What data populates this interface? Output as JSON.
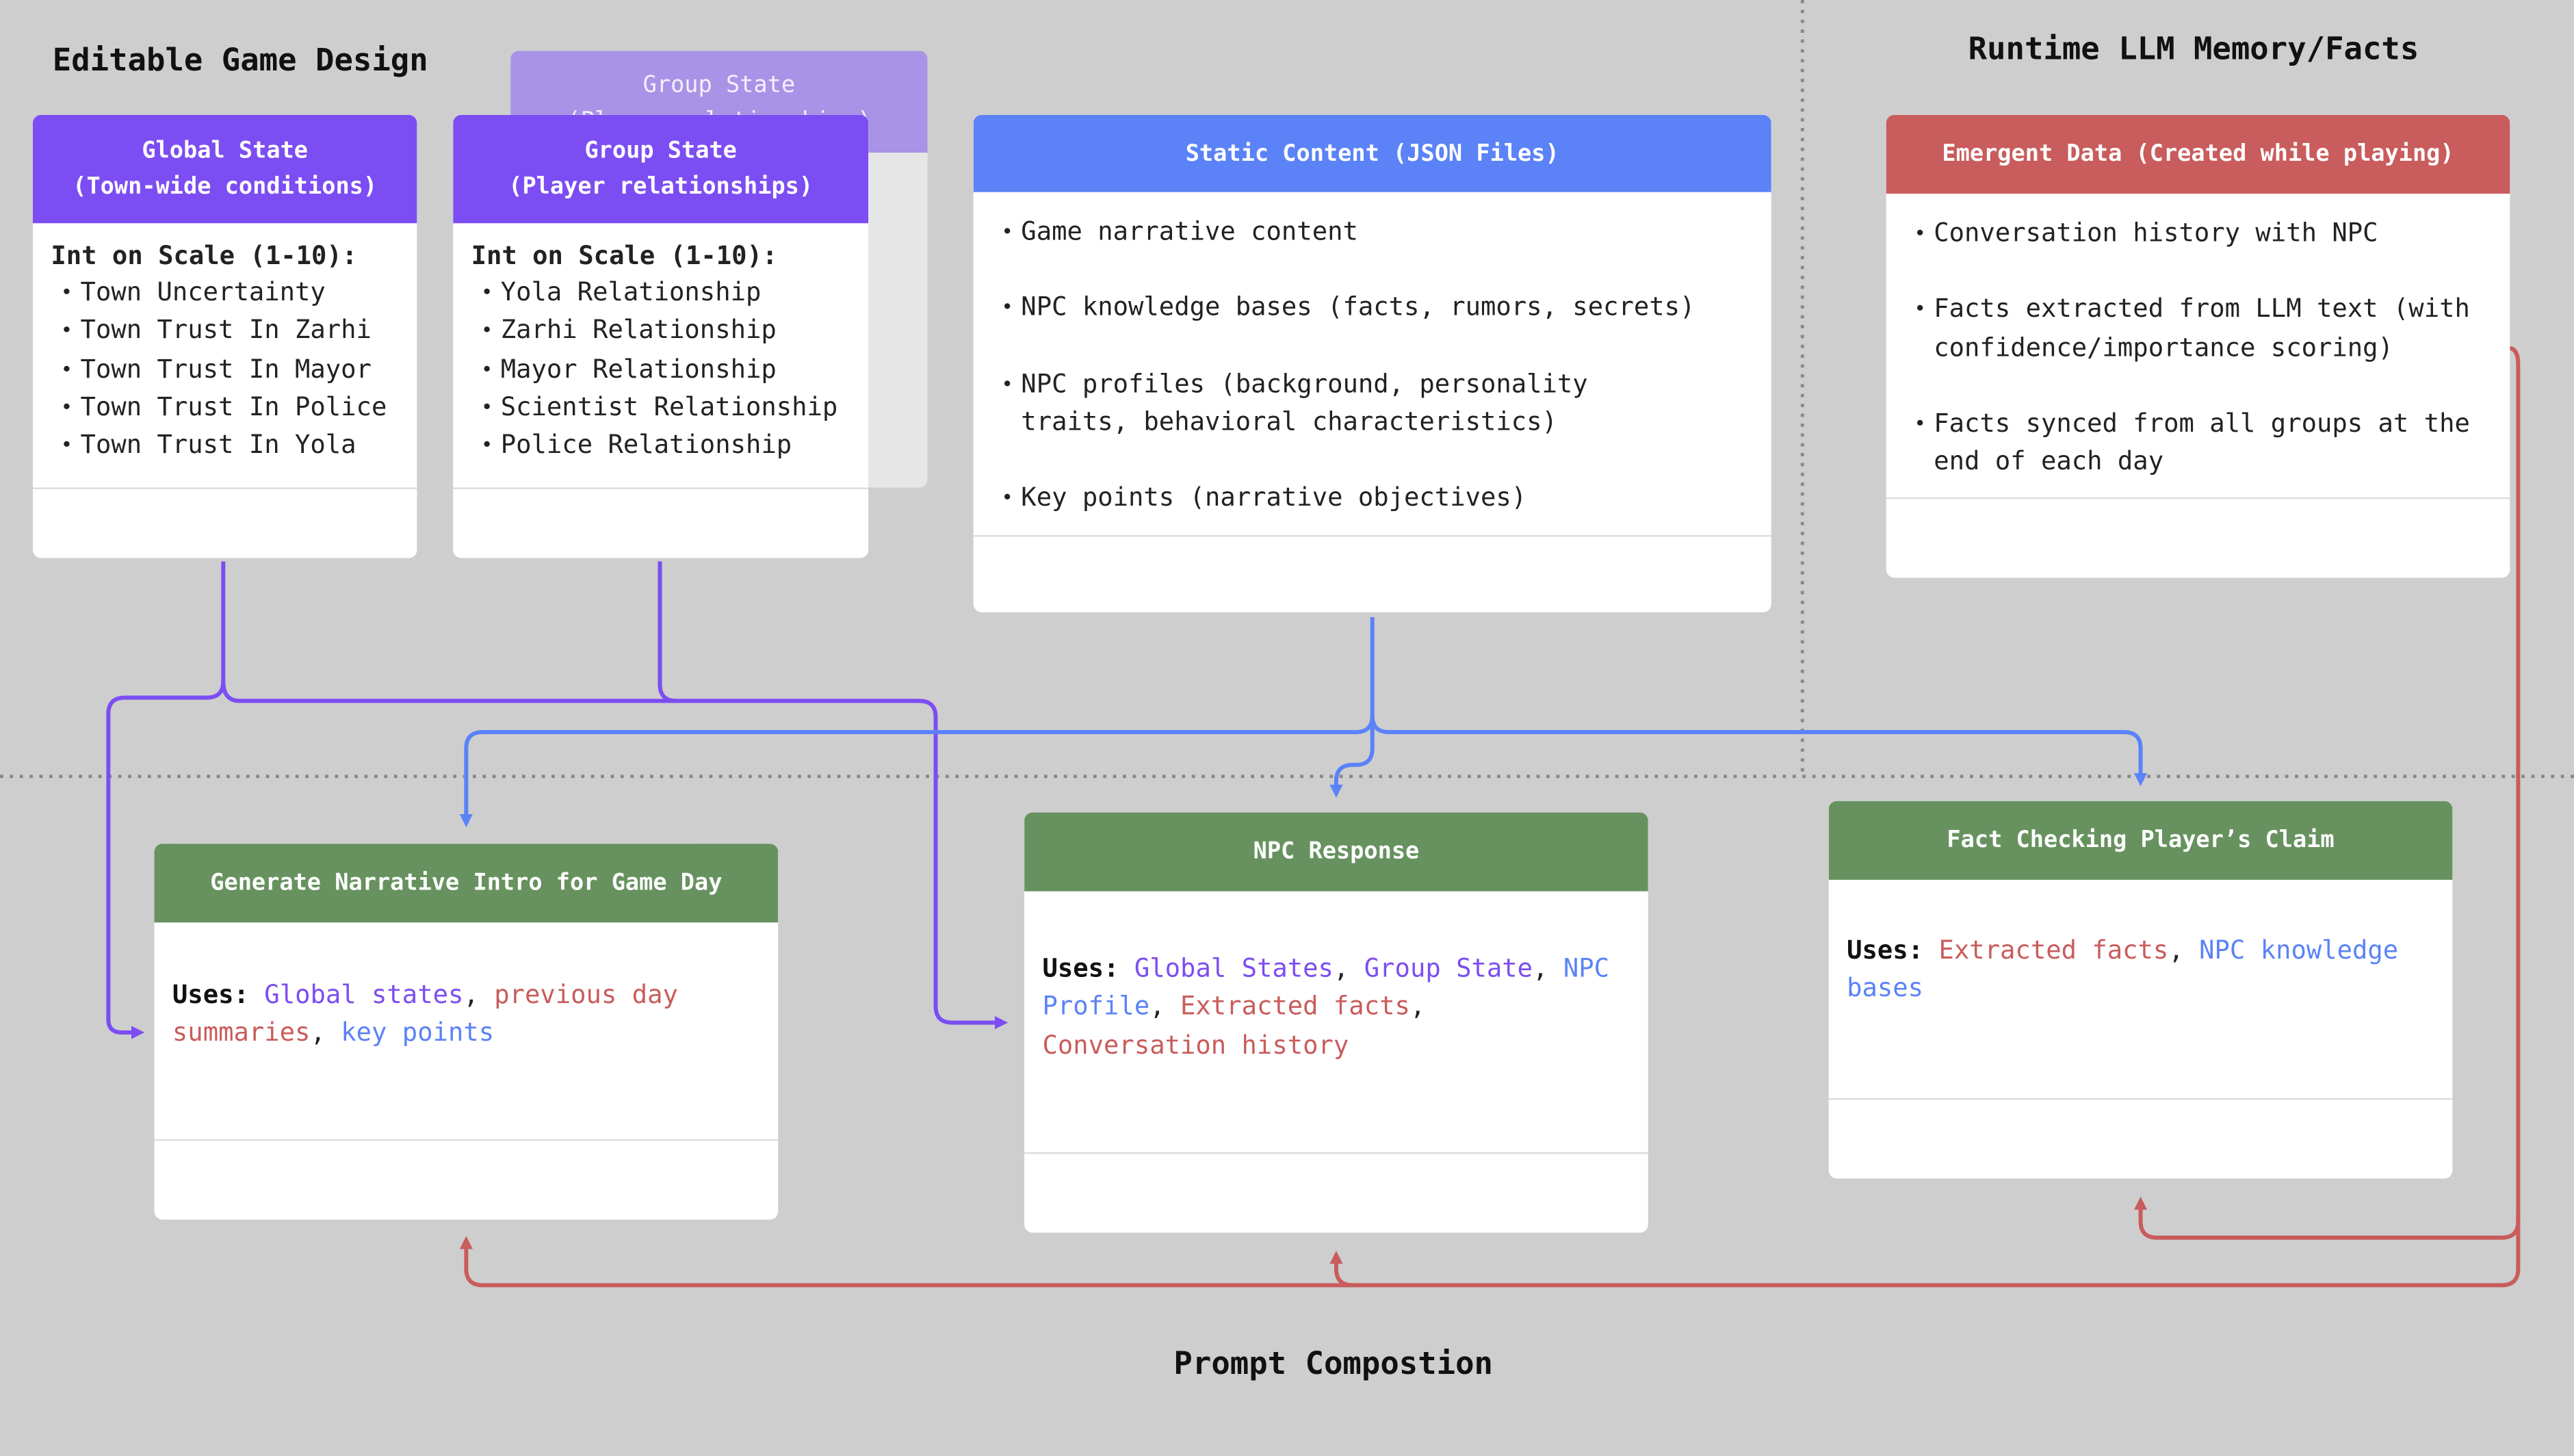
{
  "sections": {
    "editable": "Editable Game Design",
    "runtime": "Runtime LLM Memory/Facts",
    "prompt": "Prompt Compostion"
  },
  "ghost_card": {
    "title_line1": "Group State",
    "title_line2": "(Player relationships)"
  },
  "global_state": {
    "title_line1": "Global State",
    "title_line2": "(Town-wide conditions)",
    "scale_label": "Int on Scale (1-10):",
    "items": [
      "Town Uncertainty",
      "Town Trust In Zarhi",
      "Town Trust In Mayor",
      "Town Trust In Police",
      "Town Trust In Yola"
    ]
  },
  "group_state": {
    "title_line1": "Group State",
    "title_line2": "(Player relationships)",
    "scale_label": "Int on Scale (1-10):",
    "items": [
      "Yola Relationship",
      "Zarhi Relationship",
      "Mayor Relationship",
      "Scientist Relationship",
      "Police Relationship"
    ]
  },
  "static_content": {
    "title": "Static Content (JSON Files)",
    "items": [
      "Game narrative content",
      "NPC knowledge bases (facts, rumors, secrets)",
      "NPC profiles (background, personality traits, behavioral characteristics)",
      "Key points (narrative objectives)"
    ]
  },
  "emergent_data": {
    "title": "Emergent Data (Created while playing)",
    "items": [
      "Conversation history with NPC",
      "Facts extracted from LLM text (with confidence/importance scoring)",
      "Facts synced from all groups at the end of each day"
    ]
  },
  "narrative_intro": {
    "title": "Generate Narrative Intro for Game Day",
    "uses_label": "Uses:",
    "uses": [
      {
        "text": "Global states",
        "color": "purple"
      },
      {
        "text": "previous day summaries",
        "color": "red"
      },
      {
        "text": "key points",
        "color": "blue"
      }
    ]
  },
  "npc_response": {
    "title": "NPC Response",
    "uses_label": "Uses:",
    "uses": [
      {
        "text": "Global States",
        "color": "purple"
      },
      {
        "text": "Group State",
        "color": "purple"
      },
      {
        "text": "NPC Profile",
        "color": "blue"
      },
      {
        "text": "Extracted facts",
        "color": "red"
      },
      {
        "text": "Conversation history",
        "color": "red"
      }
    ]
  },
  "fact_check": {
    "title": "Fact Checking Player’s Claim",
    "uses_label": "Uses:",
    "uses": [
      {
        "text": "Extracted facts",
        "color": "red"
      },
      {
        "text": "NPC knowledge bases",
        "color": "blue"
      }
    ]
  },
  "colors": {
    "purple": "#7c4df2",
    "blue": "#5b82f7",
    "red": "#c95c5c",
    "green": "#67925f",
    "background": "#cecece"
  }
}
